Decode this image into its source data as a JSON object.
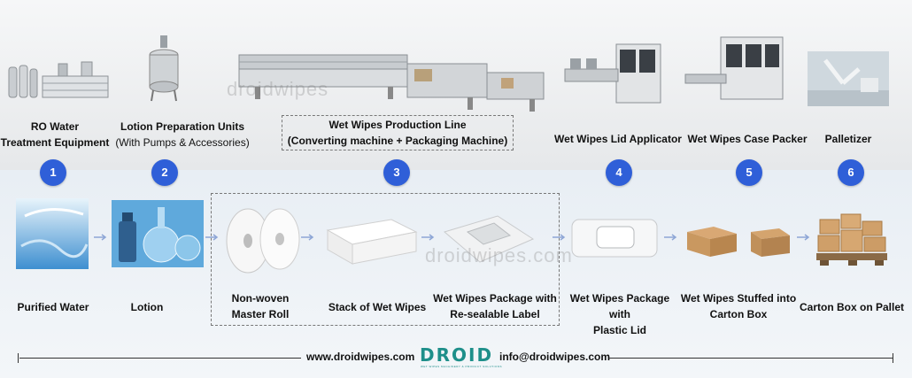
{
  "watermark": "droidwipes.com",
  "watermark_top": "droidwipes",
  "machines": [
    {
      "num": "1",
      "line1": "RO Water",
      "line2": "Treatment Equipment"
    },
    {
      "num": "2",
      "line1": "Lotion Preparation Units",
      "line2": "(With Pumps & Accessories)"
    },
    {
      "num": "3",
      "line1": "Wet Wipes Production Line",
      "line2": "(Converting machine + Packaging Machine)"
    },
    {
      "num": "4",
      "line1": "Wet Wipes Lid Applicator"
    },
    {
      "num": "5",
      "line1": "Wet Wipes Case Packer"
    },
    {
      "num": "6",
      "line1": "Palletizer"
    }
  ],
  "products": [
    {
      "line1": "Purified Water"
    },
    {
      "line1": "Lotion"
    },
    {
      "line1": "Non-woven",
      "line2": "Master Roll"
    },
    {
      "line1": "Stack of Wet Wipes"
    },
    {
      "line1": "Wet Wipes Package with",
      "line2": "Re-sealable Label"
    },
    {
      "line1": "Wet Wipes Package with",
      "line2": "Plastic Lid"
    },
    {
      "line1": "Wet Wipes Stuffed into",
      "line2": "Carton Box"
    },
    {
      "line1": "Carton Box on Pallet"
    }
  ],
  "footer": {
    "website": "www.droidwipes.com",
    "logo": "DROID",
    "logo_tagline": "WET WIPES MACHINERY & PRODUCT SOLUTIONS",
    "email": "info@droidwipes.com"
  },
  "colors": {
    "badge": "#2f5fd8",
    "arrow": "#8ea6d6",
    "logo": "#1e8f8a"
  }
}
